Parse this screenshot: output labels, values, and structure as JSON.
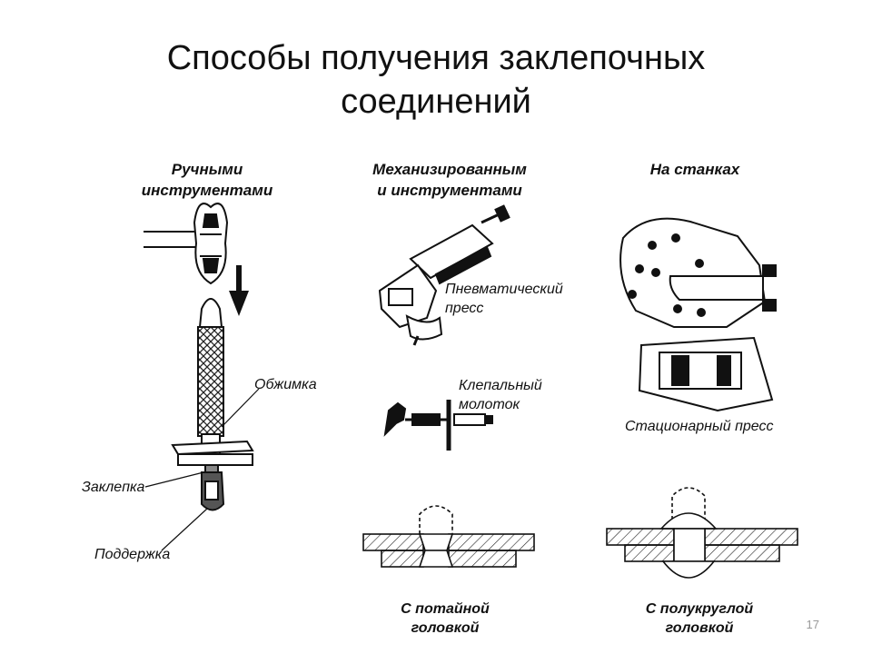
{
  "slide": {
    "title_line1": "Способы получения заклепочных",
    "title_line2": "соединений",
    "page_number": "17"
  },
  "columns": {
    "manual_line1": "Ручными",
    "manual_line2": "инструментами",
    "mechanized_line1": "Механизированным",
    "mechanized_line2": "и инструментами",
    "machines": "На станках"
  },
  "labels": {
    "crimp": "Обжимка",
    "rivet": "Заклепка",
    "support": "Поддержка",
    "pneumatic_line1": "Пневматический",
    "pneumatic_line2": "пресс",
    "hammer_line1": "Клепальный",
    "hammer_line2": "молоток",
    "stationary_press": "Стационарный пресс"
  },
  "captions": {
    "countersunk_line1": "С потайной",
    "countersunk_line2": "головкой",
    "round_line1": "С полукруглой",
    "round_line2": "головкой"
  }
}
